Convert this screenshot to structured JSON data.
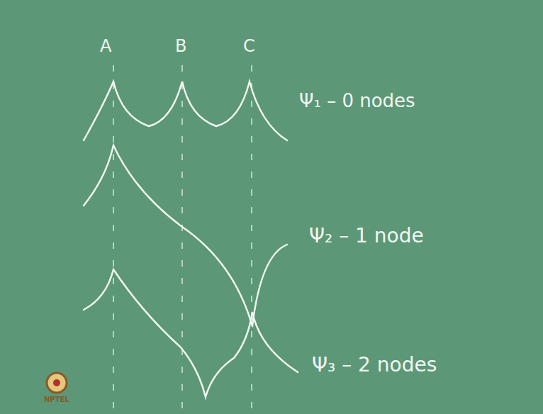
{
  "diagram": {
    "labels": [
      "A",
      "B",
      "C",
      "Ψ₁ – 0 nodes",
      "Ψ₂ – 1 node",
      "Ψ₃ – 2 nodes",
      "NPTEL"
    ]
  }
}
